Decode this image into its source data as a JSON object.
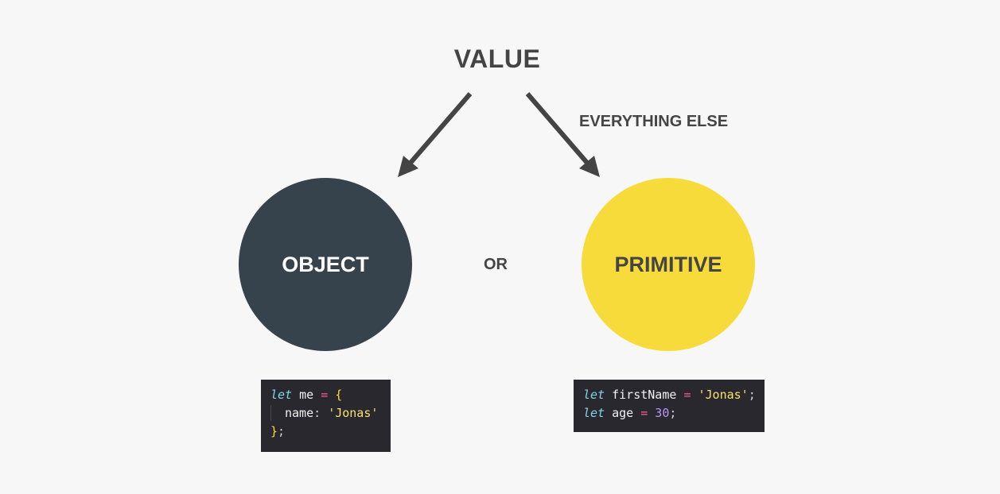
{
  "title": "VALUE",
  "edge_label": "EVERYTHING ELSE",
  "or_label": "OR",
  "nodes": {
    "object": {
      "label": "OBJECT",
      "color": "#37434c"
    },
    "primitive": {
      "label": "PRIMITIVE",
      "color": "#f7db3b"
    }
  },
  "object_code": {
    "line1": {
      "kw": "let",
      "name": " me ",
      "op": "=",
      "brace": " {"
    },
    "line2": {
      "key": "name",
      "colon": ": ",
      "str": "'Jonas'"
    },
    "line3": {
      "brace": "}",
      "semi": ";"
    }
  },
  "primitive_code": {
    "line1": {
      "kw": "let",
      "name": " firstName ",
      "op": "=",
      "str": " 'Jonas'",
      "semi": ";"
    },
    "line2": {
      "kw": "let",
      "name": " age ",
      "op": "=",
      "num": " 30",
      "semi": ";"
    }
  }
}
